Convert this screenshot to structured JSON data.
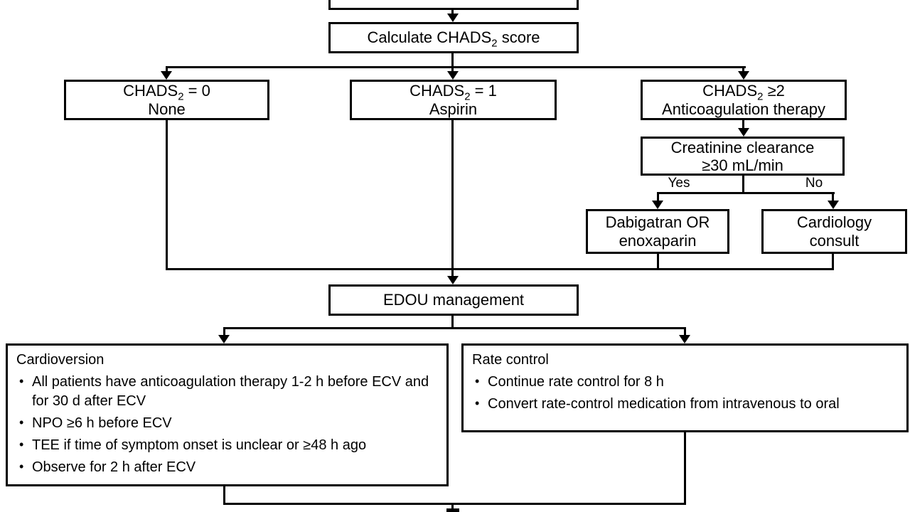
{
  "colors": {
    "ink": "#000000",
    "paper": "#ffffff"
  },
  "flowchart": {
    "calculate": {
      "pre": "Calculate CHADS",
      "sub": "2",
      "post": " score"
    },
    "chads0": {
      "pre": "CHADS",
      "sub": "2",
      "post": " = 0",
      "line2": "None"
    },
    "chads1": {
      "pre": "CHADS",
      "sub": "2",
      "post": " = 1",
      "line2": "Aspirin"
    },
    "chads2": {
      "pre": "CHADS",
      "sub": "2",
      "post": " ≥2",
      "line2": "Anticoagulation therapy"
    },
    "creatinine": {
      "line1": "Creatinine clearance",
      "line2": "≥30 mL/min"
    },
    "branch_labels": {
      "yes": "Yes",
      "no": "No"
    },
    "dabigatran": {
      "line1": "Dabigatran OR",
      "line2": "enoxaparin"
    },
    "cardiology": {
      "line1": "Cardiology",
      "line2": "consult"
    },
    "edou": {
      "label": "EDOU management"
    },
    "cardioversion": {
      "title": "Cardioversion",
      "bullets": [
        "All patients have anticoagulation therapy 1-2 h before ECV and for 30 d after ECV",
        "NPO ≥6 h before ECV",
        "TEE if time of symptom onset is unclear or ≥48 h ago",
        "Observe for 2 h after ECV"
      ]
    },
    "rate_control": {
      "title": "Rate control",
      "bullets": [
        "Continue rate control for 8 h",
        "Convert rate-control medication from intravenous to oral"
      ]
    }
  }
}
